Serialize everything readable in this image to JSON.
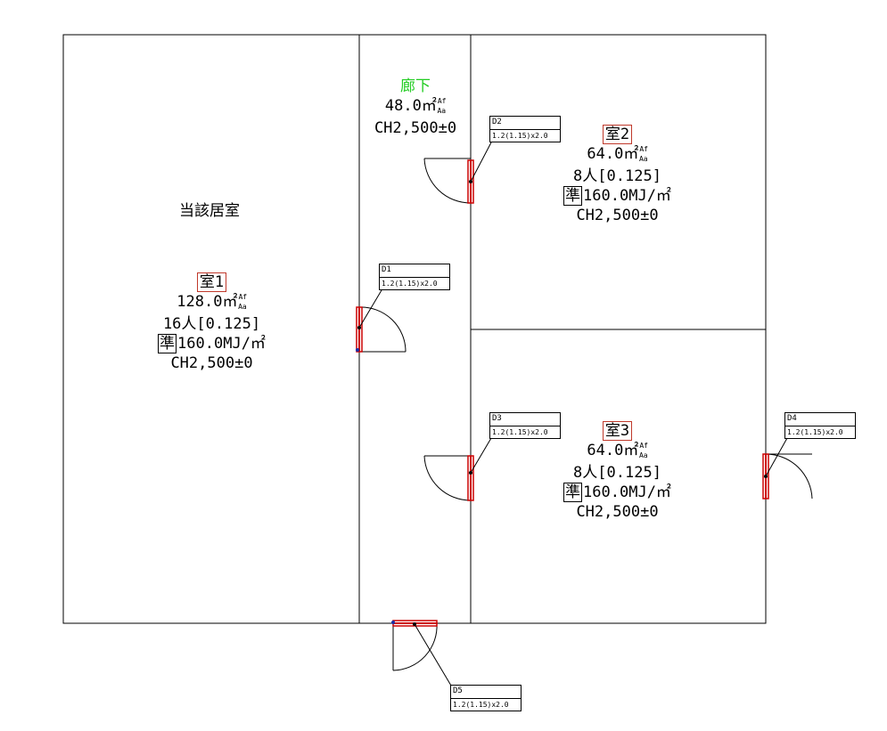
{
  "rooms": {
    "main_room": {
      "label": "当該居室"
    },
    "room1": {
      "name": "室1",
      "area": "128.0㎡",
      "area_sup": "Af",
      "area_sub": "Aa",
      "people": "16人[0.125]",
      "fire_mark": "準",
      "fire_load": "160.0MJ/㎡",
      "ceiling": "CH2,500±0"
    },
    "corridor": {
      "name": "廊下",
      "area": "48.0㎡",
      "area_sup": "Af",
      "area_sub": "Aa",
      "ceiling": "CH2,500±0"
    },
    "room2": {
      "name": "室2",
      "area": "64.0㎡",
      "area_sup": "Af",
      "area_sub": "Aa",
      "people": "8人[0.125]",
      "fire_mark": "準",
      "fire_load": "160.0MJ/㎡",
      "ceiling": "CH2,500±0"
    },
    "room3": {
      "name": "室3",
      "area": "64.0㎡",
      "area_sup": "Af",
      "area_sub": "Aa",
      "people": "8人[0.125]",
      "fire_mark": "準",
      "fire_load": "160.0MJ/㎡",
      "ceiling": "CH2,500±0"
    }
  },
  "doors": {
    "d1": {
      "id": "D1",
      "spec": "1.2(1.15)x2.0"
    },
    "d2": {
      "id": "D2",
      "spec": "1.2(1.15)x2.0"
    },
    "d3": {
      "id": "D3",
      "spec": "1.2(1.15)x2.0"
    },
    "d4": {
      "id": "D4",
      "spec": "1.2(1.15)x2.0"
    },
    "d5": {
      "id": "D5",
      "spec": "1.2(1.15)x2.0"
    }
  },
  "colors": {
    "wall": "#000000",
    "door_leaf": "#cc0000",
    "corridor_label": "#22cc22",
    "room_box": "#c0392b"
  }
}
